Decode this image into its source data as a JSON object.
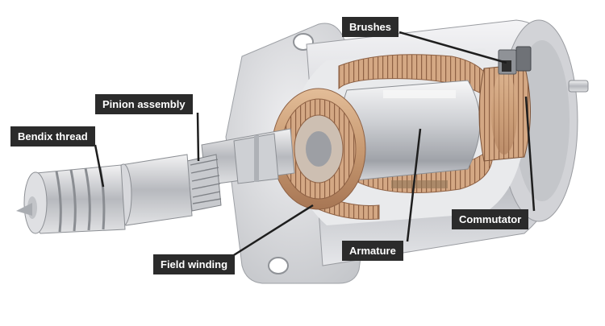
{
  "illustration": {
    "subject": "starter-motor-cutaway",
    "colors": {
      "housing": "#dcdde0",
      "copper": "#c89a72",
      "steel": "#b9bcc1",
      "callout_bg": "#2b2b2b",
      "callout_text": "#ffffff",
      "leader": "#1e1e1e"
    }
  },
  "labels": {
    "brushes": "Brushes",
    "pinion_assembly": "Pinion assembly",
    "bendix_thread": "Bendix thread",
    "commutator": "Commutator",
    "armature": "Armature",
    "field_winding": "Field winding"
  }
}
